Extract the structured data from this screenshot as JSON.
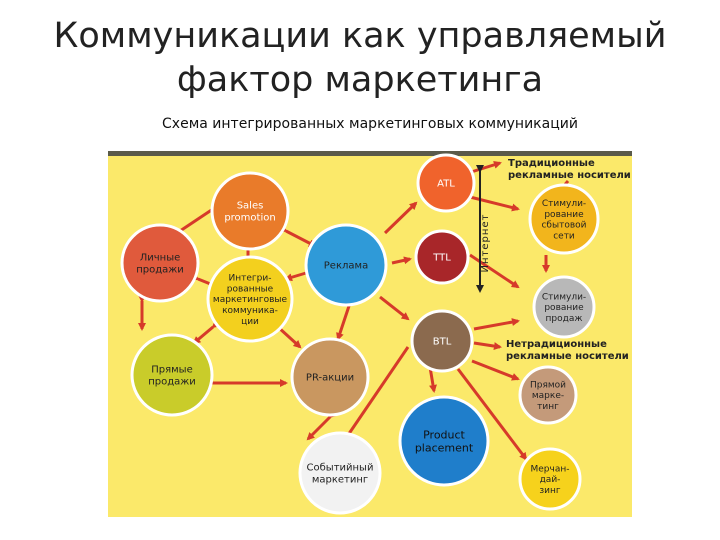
{
  "title_line1": "Коммуникации как управляемый",
  "title_line2": "фактор маркетинга",
  "subtitle": "Схема интегрированных маркетинговых коммуникаций",
  "colors": {
    "background": "#fbe96a",
    "arrow": "#d63a2a",
    "black_arrow": "#222222"
  },
  "nodes": {
    "sales_promotion": {
      "lines": [
        "Sales",
        "promotion"
      ],
      "color": "#e97b2a"
    },
    "personal_selling": {
      "lines": [
        "Личные",
        "продажи"
      ],
      "color": "#e05a3c"
    },
    "advertising": {
      "lines": [
        "Реклама"
      ],
      "color": "#2f9ad8"
    },
    "integrated": {
      "lines": [
        "Интегри-",
        "рованные",
        "маркетинговые",
        "коммуника-",
        "ции"
      ],
      "color": "#f3d01e"
    },
    "direct_sales": {
      "lines": [
        "Прямые",
        "продажи"
      ],
      "color": "#c9cc2a"
    },
    "pr": {
      "lines": [
        "PR-акции"
      ],
      "color": "#c99760"
    },
    "event_marketing": {
      "lines": [
        "Событийный",
        "маркетинг"
      ],
      "color": "#f2f2f2"
    },
    "atl": {
      "lines": [
        "ATL"
      ],
      "color": "#f0632c"
    },
    "ttl": {
      "lines": [
        "TTL"
      ],
      "color": "#a82629"
    },
    "btl": {
      "lines": [
        "BTL"
      ],
      "color": "#8b6a4e"
    },
    "product_placement": {
      "lines": [
        "Product",
        "placement"
      ],
      "color": "#1f7ecb"
    },
    "trade_stimulation": {
      "lines": [
        "Стимули-",
        "рование",
        "сбытовой",
        "сети"
      ],
      "color": "#f2b51c"
    },
    "sales_stimulation": {
      "lines": [
        "Стимули-",
        "рование",
        "продаж"
      ],
      "color": "#b8b8b8"
    },
    "direct_marketing": {
      "lines": [
        "Прямой",
        "марке-",
        "тинг"
      ],
      "color": "#c49a7a"
    },
    "merchandising": {
      "lines": [
        "Мерчан-",
        "дай-",
        "зинг"
      ],
      "color": "#f6d21c"
    }
  },
  "labels": {
    "traditional": [
      "Традиционные",
      "рекламные носители"
    ],
    "nontraditional": [
      "Нетрадиционные",
      "рекламные носители"
    ],
    "internet": "Интернет"
  }
}
